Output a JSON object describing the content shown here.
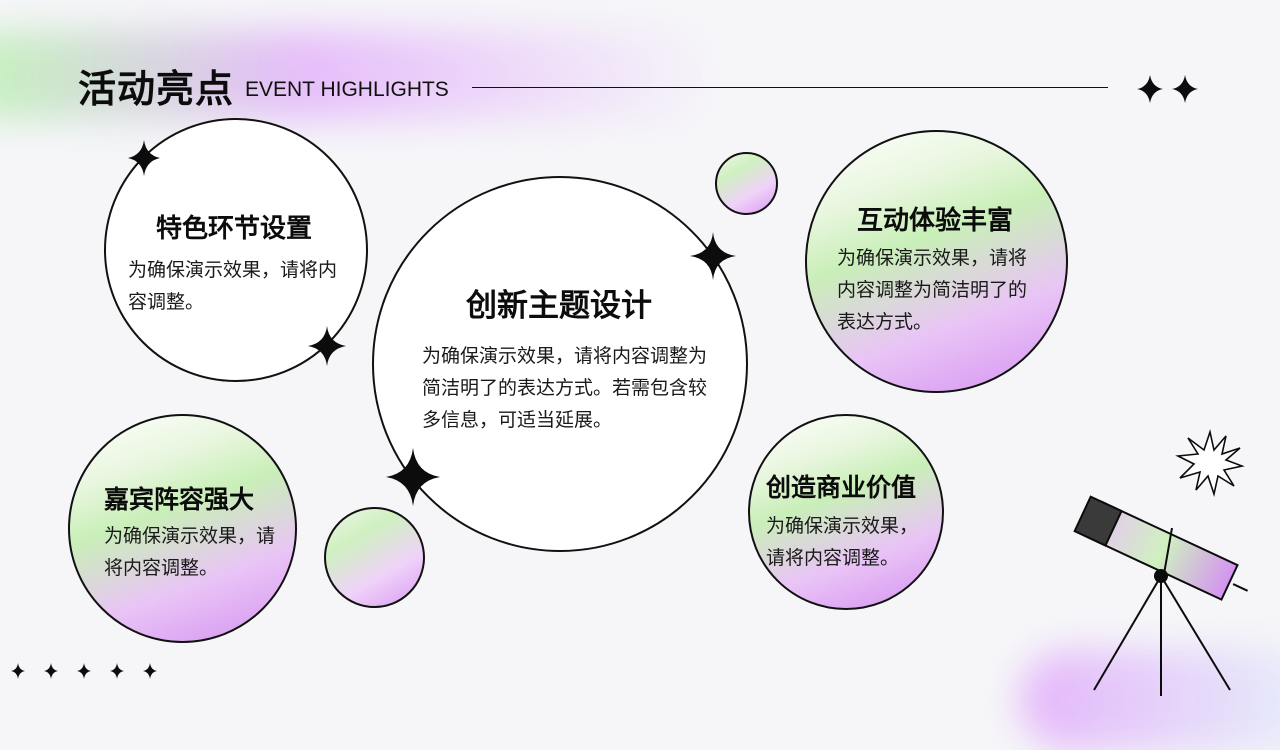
{
  "header": {
    "title": "活动亮点",
    "subtitle": "EVENT HIGHLIGHTS"
  },
  "cards": {
    "feature": {
      "title": "特色环节设置",
      "text": "为确保演示效果，请将内容调整。"
    },
    "theme": {
      "title": "创新主题设计",
      "text": "为确保演示效果，请将内容调整为简洁明了的表达方式。若需包含较多信息，可适当延展。"
    },
    "interact": {
      "title": "互动体验丰富",
      "text": "为确保演示效果，请将内容调整为简洁明了的表达方式。"
    },
    "guests": {
      "title": "嘉宾阵容强大",
      "text": "为确保演示效果，请将内容调整。"
    },
    "business": {
      "title": "创造商业价值",
      "text": "为确保演示效果，请将内容调整。"
    }
  },
  "icons": {
    "sparkle": "sparkle-star-icon",
    "burst": "starburst-icon",
    "telescope": "telescope-icon"
  },
  "colors": {
    "ink": "#111111",
    "green": "#c9efb8",
    "purple": "#d592f1"
  }
}
